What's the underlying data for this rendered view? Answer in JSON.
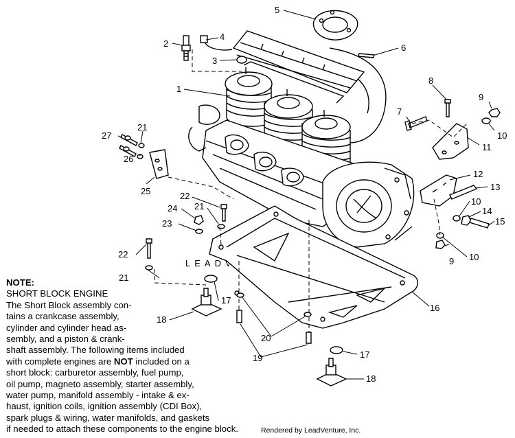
{
  "diagram": {
    "watermark": "LEADVENTURE",
    "callouts": [
      {
        "id": "c1",
        "label": "1"
      },
      {
        "id": "c2",
        "label": "2"
      },
      {
        "id": "c3",
        "label": "3"
      },
      {
        "id": "c4",
        "label": "4"
      },
      {
        "id": "c5",
        "label": "5"
      },
      {
        "id": "c6",
        "label": "6"
      },
      {
        "id": "c7",
        "label": "7"
      },
      {
        "id": "c8",
        "label": "8"
      },
      {
        "id": "c9a",
        "label": "9"
      },
      {
        "id": "c9b",
        "label": "9"
      },
      {
        "id": "c10a",
        "label": "10"
      },
      {
        "id": "c10b",
        "label": "10"
      },
      {
        "id": "c10c",
        "label": "10"
      },
      {
        "id": "c11",
        "label": "11"
      },
      {
        "id": "c12",
        "label": "12"
      },
      {
        "id": "c13",
        "label": "13"
      },
      {
        "id": "c14",
        "label": "14"
      },
      {
        "id": "c15",
        "label": "15"
      },
      {
        "id": "c16",
        "label": "16"
      },
      {
        "id": "c17a",
        "label": "17"
      },
      {
        "id": "c17b",
        "label": "17"
      },
      {
        "id": "c18a",
        "label": "18"
      },
      {
        "id": "c18b",
        "label": "18"
      },
      {
        "id": "c19",
        "label": "19"
      },
      {
        "id": "c20",
        "label": "20"
      },
      {
        "id": "c21a",
        "label": "21"
      },
      {
        "id": "c21b",
        "label": "21"
      },
      {
        "id": "c21c",
        "label": "21"
      },
      {
        "id": "c22a",
        "label": "22"
      },
      {
        "id": "c22b",
        "label": "22"
      },
      {
        "id": "c23",
        "label": "23"
      },
      {
        "id": "c24",
        "label": "24"
      },
      {
        "id": "c25",
        "label": "25"
      },
      {
        "id": "c26",
        "label": "26"
      },
      {
        "id": "c27",
        "label": "27"
      }
    ]
  },
  "note": {
    "title": "NOTE:",
    "line1": "SHORT BLOCK ENGINE",
    "line2": "The Short Block assembly con-",
    "line3": "tains a crankcase assembly,",
    "line4": "cylinder and cylinder head as-",
    "line5": "sembly, and a piston & crank-",
    "line6": "shaft assembly.  The following items included",
    "line7a": "with complete engines are ",
    "line7b": "NOT",
    "line7c": " included on a",
    "line8": "short block:  carburetor assembly, fuel pump,",
    "line9": "oil pump, magneto assembly, starter assembly,",
    "line10": "water pump, manifold assembly - intake & ex-",
    "line11": "haust, ignition coils, ignition assembly (CDI Box),",
    "line12": "spark plugs & wiring, water manifolds, and gaskets",
    "line13": "if needed to attach these components to the engine block."
  },
  "credit": "Rendered by LeadVenture, Inc."
}
